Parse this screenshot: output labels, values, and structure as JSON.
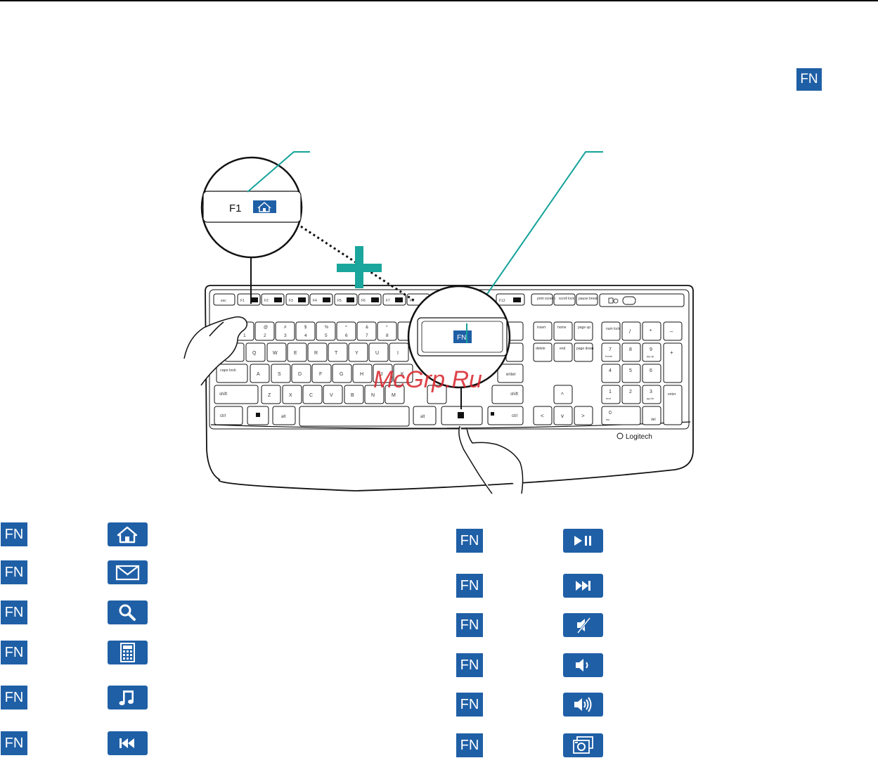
{
  "header": {
    "fn_badge": "FN"
  },
  "callouts": {
    "f1_label": "F1",
    "fn_label": "FN"
  },
  "watermark": "McGrp.Ru",
  "brand": "Logitech",
  "keyboard": {
    "esc": "esc",
    "fkeys": [
      "F1",
      "F2",
      "F3",
      "F4",
      "F5",
      "F6",
      "F7",
      "F8",
      "F12"
    ],
    "print_screen": "print screen",
    "scroll_lock": "scroll lock",
    "pause_break": "pause break",
    "num_row": [
      "1",
      "2",
      "3",
      "4",
      "5",
      "6",
      "7",
      "8"
    ],
    "q_row": [
      "Q",
      "W",
      "E",
      "R",
      "T",
      "Y",
      "U",
      "I"
    ],
    "a_row": [
      "A",
      "S",
      "D",
      "F",
      "G",
      "H",
      "J",
      "K"
    ],
    "z_row": [
      "Z",
      "X",
      "C",
      "V",
      "B",
      "N",
      "M"
    ],
    "caps_lock": "caps lock",
    "shift_left": "shift",
    "shift_right": "shift",
    "ctrl_left": "ctrl",
    "ctrl_right": "ctrl",
    "alt_left": "alt",
    "alt_right": "alt",
    "enter": "enter",
    "insert": "insert",
    "home": "home",
    "page_up": "page up",
    "delete": "delete",
    "end": "end",
    "page_down": "page down",
    "num_lock": "num lock",
    "numpad_enter": "enter",
    "numpad_ops": [
      "/",
      "*",
      "–",
      "+"
    ],
    "numpad_digits": [
      "7",
      "8",
      "9",
      "4",
      "5",
      "6",
      "1",
      "2",
      "3",
      "0"
    ],
    "numpad_sub": [
      "home",
      "",
      "pg up",
      "",
      "",
      "",
      "end",
      "",
      "pg dn",
      "ins"
    ],
    "numpad_del": "del",
    "arrows": [
      "^",
      "<",
      "v",
      ">"
    ]
  },
  "shortcuts_left": [
    {
      "fn": "FN",
      "icon": "home-icon"
    },
    {
      "fn": "FN",
      "icon": "mail-icon"
    },
    {
      "fn": "FN",
      "icon": "search-icon"
    },
    {
      "fn": "FN",
      "icon": "calculator-icon"
    },
    {
      "fn": "FN",
      "icon": "music-icon"
    },
    {
      "fn": "FN",
      "icon": "previous-track-icon"
    }
  ],
  "shortcuts_right": [
    {
      "fn": "FN",
      "icon": "play-pause-icon"
    },
    {
      "fn": "FN",
      "icon": "next-track-icon"
    },
    {
      "fn": "FN",
      "icon": "mute-icon"
    },
    {
      "fn": "FN",
      "icon": "volume-down-icon"
    },
    {
      "fn": "FN",
      "icon": "volume-up-icon"
    },
    {
      "fn": "FN",
      "icon": "screenshot-icon"
    }
  ],
  "colors": {
    "fn_blue": "#1f5fa6",
    "callout_line": "#14a39a",
    "plus": "#1aa69c",
    "watermark": "#d8232a"
  }
}
